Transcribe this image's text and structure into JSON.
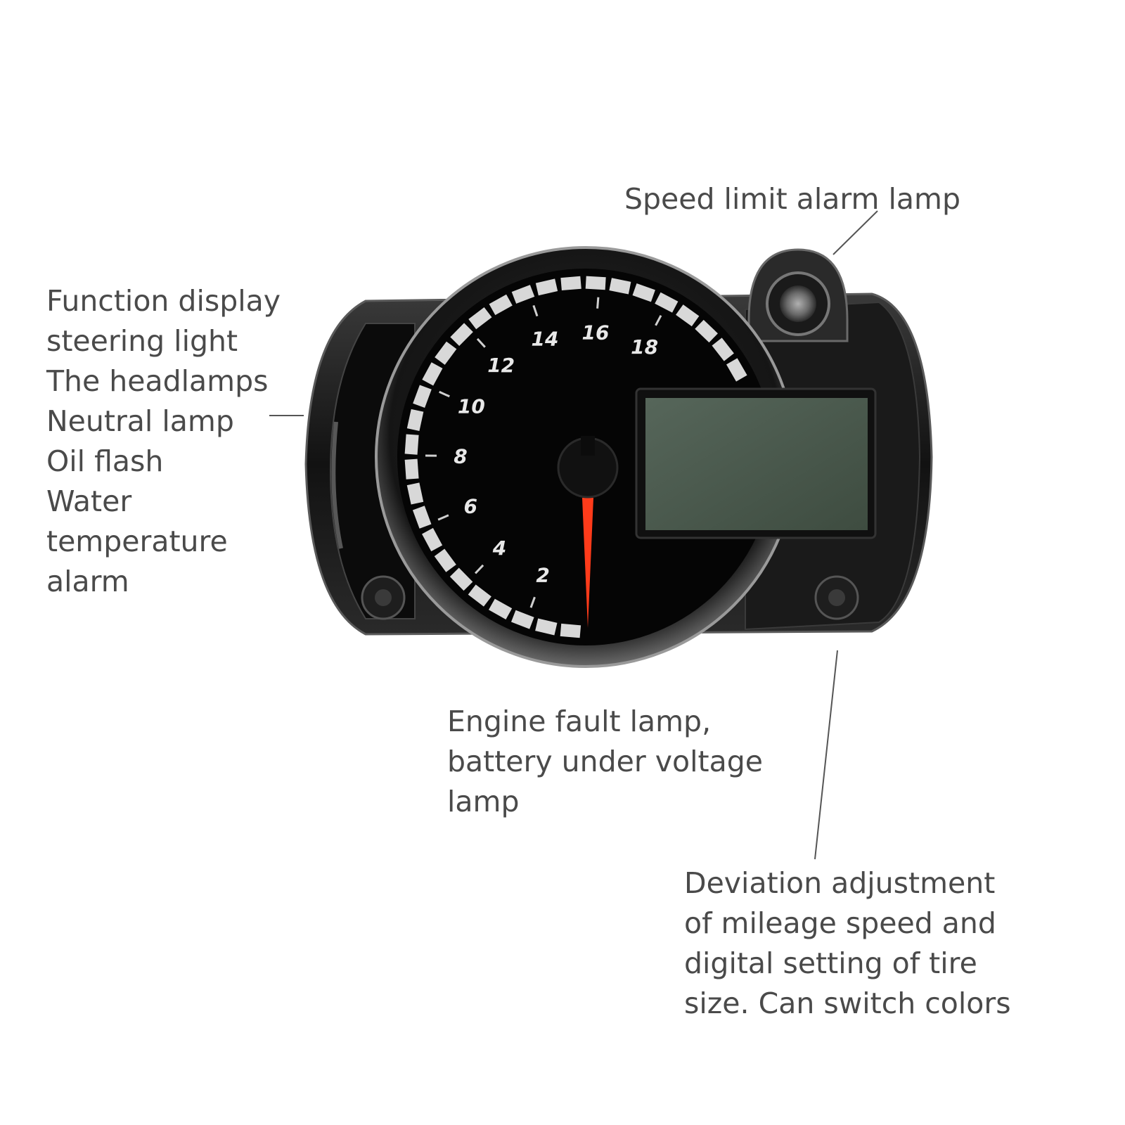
{
  "callouts": {
    "speed_limit": "Speed limit alarm lamp",
    "left_lines": [
      "Function display",
      "steering light",
      "The headlamps",
      "Neutral lamp",
      "Oil flash",
      "Water",
      "temperature",
      "alarm"
    ],
    "engine_lines": [
      "Engine fault lamp,",
      "battery under voltage",
      "lamp"
    ],
    "deviation_lines": [
      "Deviation adjustment",
      "of mileage speed and",
      "digital setting of tire",
      "size.  Can switch colors"
    ]
  },
  "gauge": {
    "tick_labels": [
      "2",
      "4",
      "6",
      "8",
      "10",
      "12",
      "14",
      "16",
      "18"
    ],
    "needle_color": "#ff3b1a",
    "lcd_color": "#48584a"
  }
}
